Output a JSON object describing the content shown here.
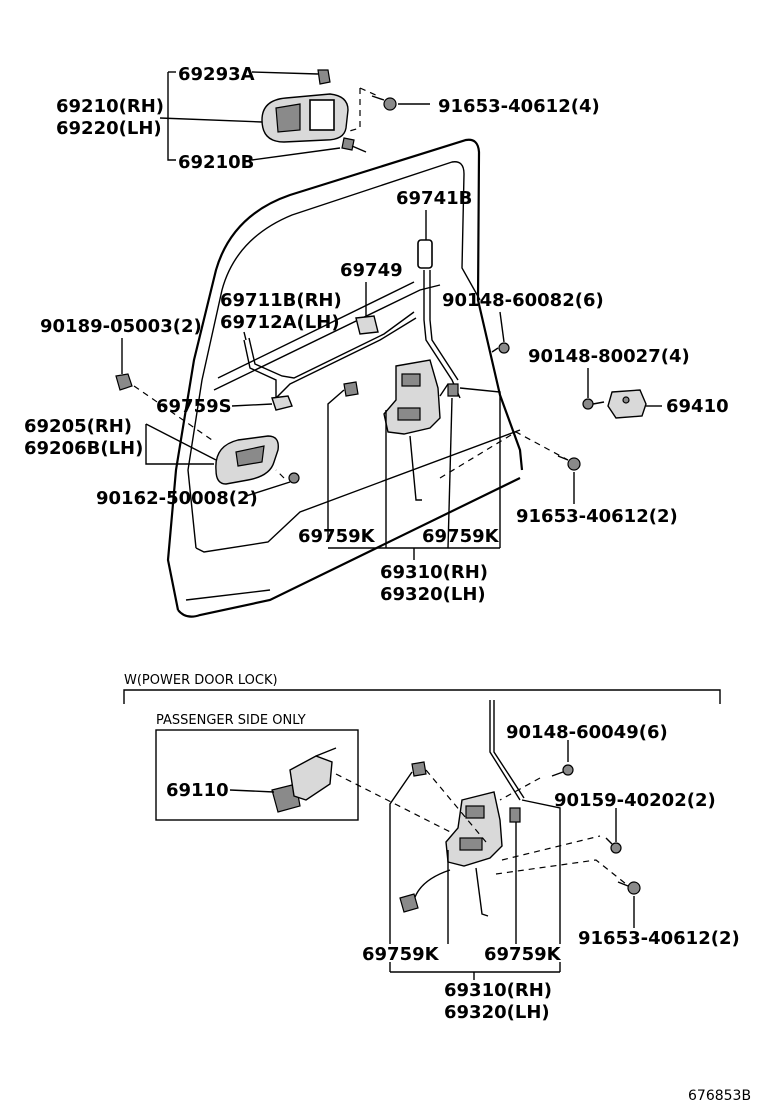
{
  "upper": {
    "labels": {
      "p69293A": "69293A",
      "p69210rh": "69210(RH)",
      "p69220lh": "69220(LH)",
      "p69210B": "69210B",
      "p91653_4": "91653-40612(4)",
      "p69741B": "69741B",
      "p69749": "69749",
      "p69711rh": "69711B(RH)",
      "p69712lh": "69712A(LH)",
      "p90148_6": "90148-60082(6)",
      "p90189": "90189-05003(2)",
      "p90148_4": "90148-80027(4)",
      "p69410": "69410",
      "p69759S": "69759S",
      "p69205rh": "69205(RH)",
      "p69206lh": "69206B(LH)",
      "p90162": "90162-50008(2)",
      "p91653_2": "91653-40612(2)",
      "p69759K_a": "69759K",
      "p69759K_b": "69759K",
      "p69310rh": "69310(RH)",
      "p69320lh": "69320(LH)"
    }
  },
  "lower": {
    "section_title": "W(POWER DOOR LOCK)",
    "passenger_box_title": "PASSENGER SIDE ONLY",
    "labels": {
      "p69110": "69110",
      "p90148": "90148-60049(6)",
      "p90159": "90159-40202(2)",
      "p91653": "91653-40612(2)",
      "p69759K_a": "69759K",
      "p69759K_b": "69759K",
      "p69310rh": "69310(RH)",
      "p69320lh": "69320(LH)"
    }
  },
  "diagram_ref": "676853B"
}
